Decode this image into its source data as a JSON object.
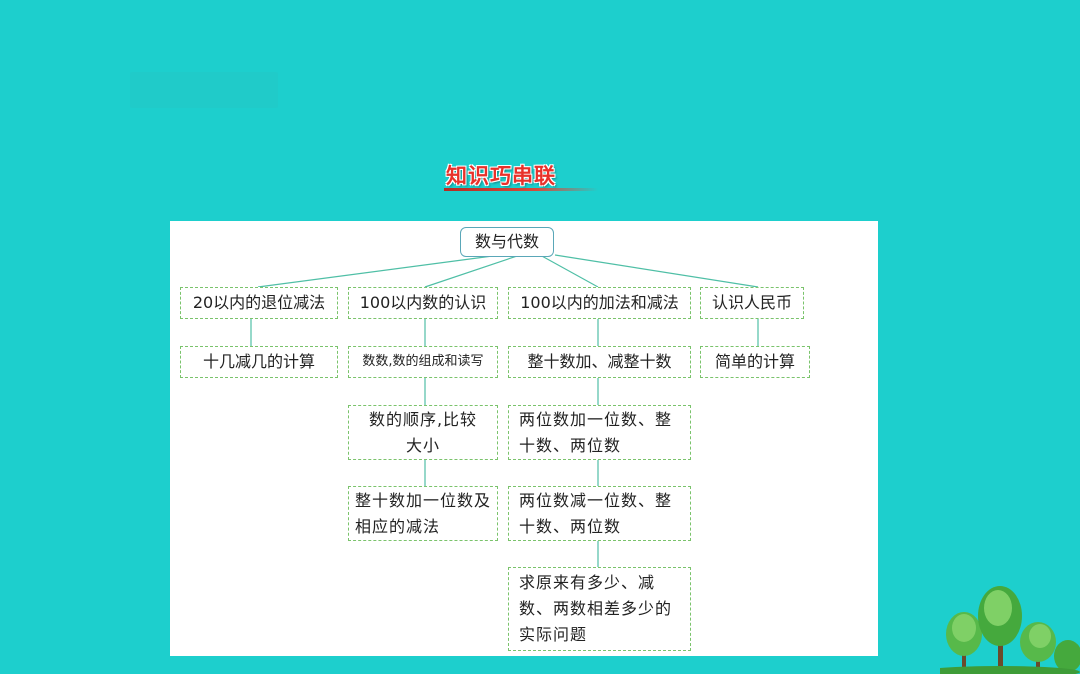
{
  "title": "知识巧串联",
  "diagram": {
    "root": "数与代数",
    "branches": [
      {
        "label": "20以内的退位减法",
        "children": [
          "十几减几的计算"
        ]
      },
      {
        "label": "100以内数的认识",
        "children": [
          "数数,数的组成和读写",
          "数的顺序,比较大小",
          "整十数加一位数及相应的减法"
        ]
      },
      {
        "label": "100以内的加法和减法",
        "children": [
          "整十数加、减整十数",
          "两位数加一位数、整十数、两位数",
          "两位数减一位数、整十数、两位数",
          "求原来有多少、减数、两数相差多少的实际问题"
        ]
      },
      {
        "label": "认识人民币",
        "children": [
          "简单的计算"
        ]
      }
    ]
  },
  "colors": {
    "background": "#1dcfcd",
    "title_red": "#e8312a",
    "node_border": "#7ac36b",
    "connector": "#4fbfa6"
  }
}
